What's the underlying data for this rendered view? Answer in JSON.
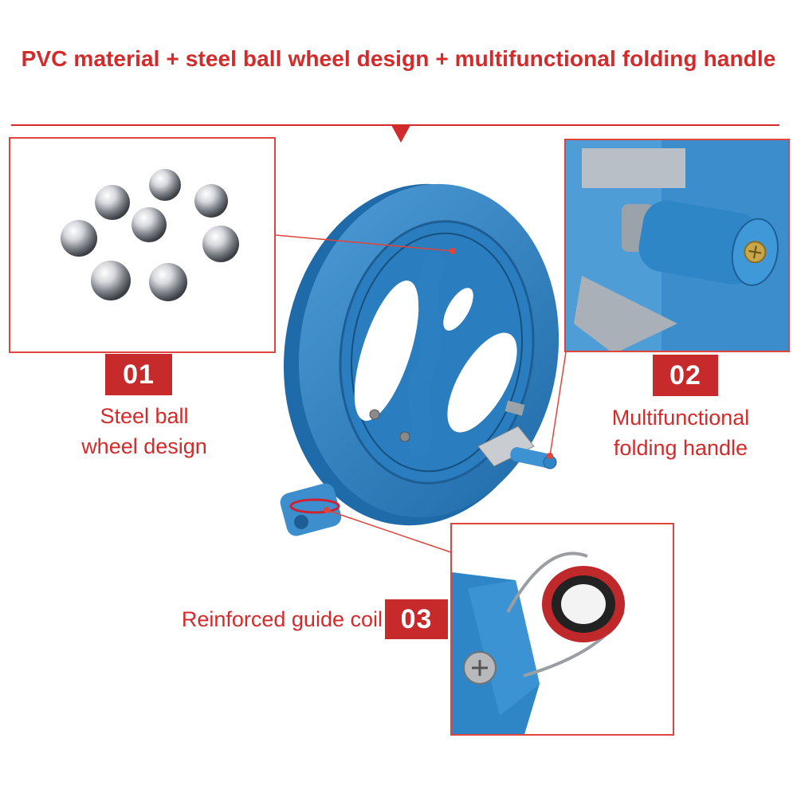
{
  "headline": "PVC material + steel ball wheel design + multifunctional folding handle",
  "features": [
    {
      "number": "01",
      "caption_line1": "Steel ball",
      "caption_line2": "wheel design"
    },
    {
      "number": "02",
      "caption_line1": "Multifunctional",
      "caption_line2": "folding handle"
    },
    {
      "number": "03",
      "caption": "Reinforced guide coil"
    }
  ],
  "colors": {
    "accent_red": "#d32b2b",
    "reel_blue": "#2f86c7"
  }
}
